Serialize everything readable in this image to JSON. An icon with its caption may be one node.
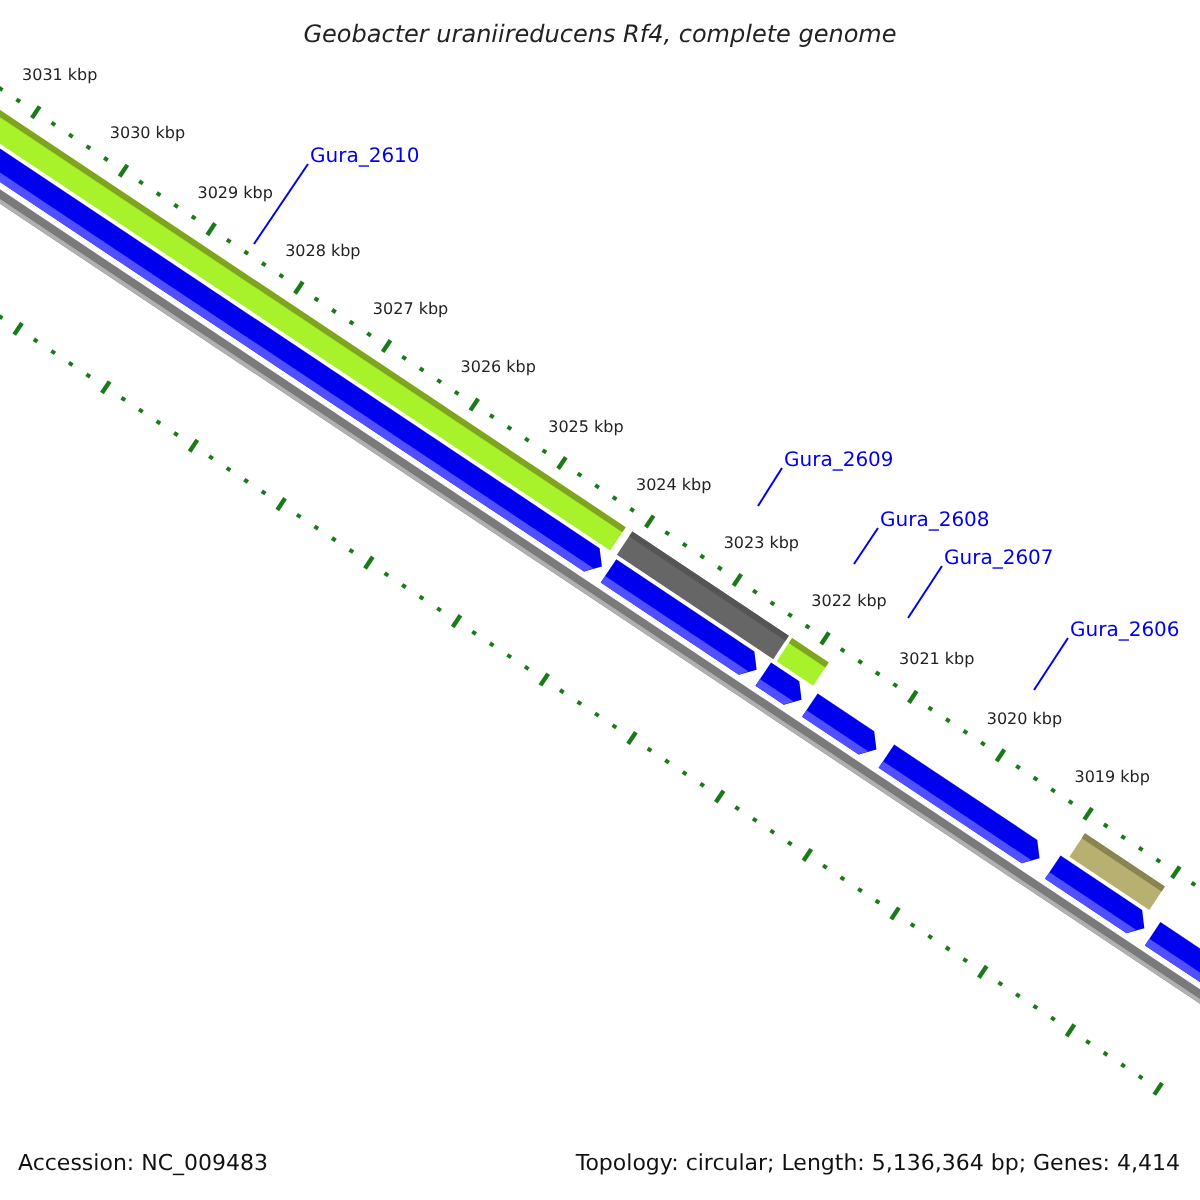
{
  "diagram": {
    "title": "Geobacter uraniireducens Rf4, complete genome",
    "nodes": [
      {
        "text": [
          "Gura_2610"
        ]
      },
      {
        "text": [
          "Gura_2609"
        ]
      },
      {
        "text": [
          "Gura_2608"
        ]
      },
      {
        "text": [
          "Gura_2607"
        ]
      },
      {
        "text": [
          "Gura_2606"
        ]
      }
    ],
    "edges": [
      {
        "from": 0,
        "to": null,
        "arrow": "none"
      },
      {
        "from": 1,
        "to": null,
        "arrow": "none"
      },
      {
        "from": 2,
        "to": null,
        "arrow": "none"
      },
      {
        "from": 3,
        "to": null,
        "arrow": "none"
      },
      {
        "from": 4,
        "to": null,
        "arrow": "none"
      }
    ],
    "labels": [
      "3031 kbp",
      "3030 kbp",
      "3029 kbp",
      "3028 kbp",
      "3027 kbp",
      "3026 kbp",
      "3025 kbp",
      "3024 kbp",
      "3023 kbp",
      "3022 kbp",
      "3021 kbp",
      "3020 kbp",
      "3019 kbp",
      "Accession: NC_009483",
      "Topology: circular; Length: 5,136,364 bp; Genes: 4,414"
    ]
  }
}
